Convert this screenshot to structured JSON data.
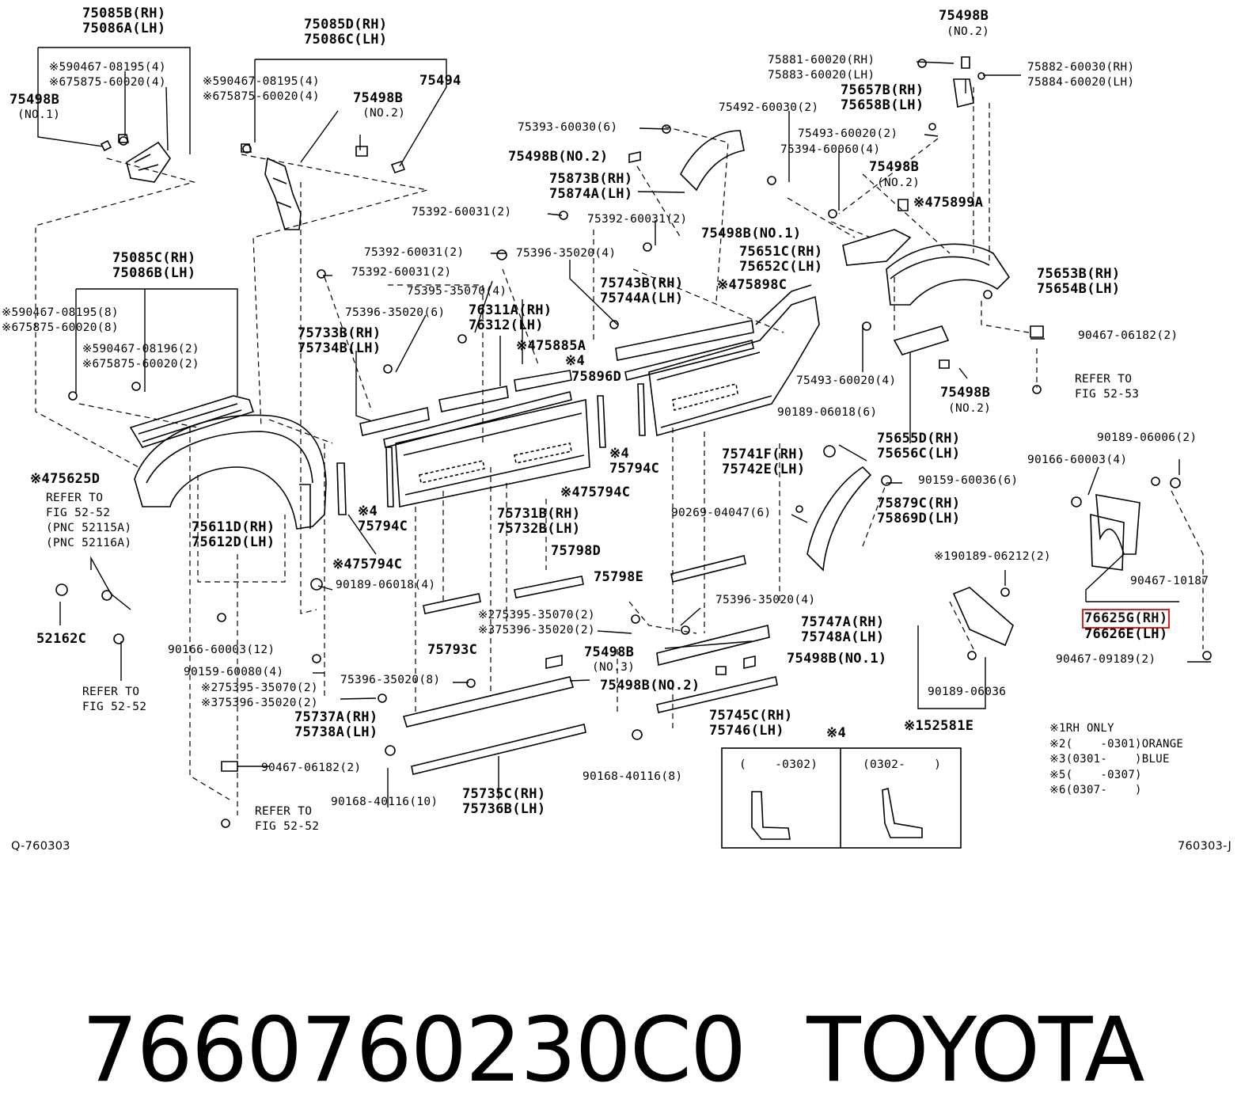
{
  "labels": {
    "l01": "75085B(RH)\n75086A(LH)",
    "l02": "※590467-08195(4)\n※675875-60020(4)",
    "l03": "75498B",
    "l04": "(NO.1)",
    "l05": "75085D(RH)\n75086C(LH)",
    "l06": "※590467-08195(4)\n※675875-60020(4)",
    "l07": "75498B",
    "l08": "(NO.2)",
    "l09": "75494",
    "l10": "75498B",
    "l11": "(NO.2)",
    "l12": "75881-60020(RH)\n75883-60020(LH)",
    "l13": "75882-60030(RH)\n75884-60020(LH)",
    "l14": "75657B(RH)\n75658B(LH)",
    "l15": "75492-60030(2)",
    "l16": "75393-60030(6)",
    "l17": "75493-60020(2)",
    "l18": "75394-60060(4)",
    "l19": "75498B(NO.2)",
    "l20": "75873B(RH)\n75874A(LH)",
    "l21": "75498B",
    "l22": "(NO.2)",
    "l23": "※475899A",
    "l24": "75392-60031(2)",
    "l25": "75392-60031(2)",
    "l26": "75498B(NO.1)",
    "l27": "75392-60031(2)",
    "l28": "75396-35020(4)",
    "l29": "75651C(RH)\n75652C(LH)",
    "l30": "75653B(RH)\n75654B(LH)",
    "l31": "75085C(RH)\n75086B(LH)",
    "l32": "75392-60031(2)",
    "l33": "75395-35070(4)",
    "l34": "75743B(RH)\n75744A(LH)",
    "l35": "※475898C",
    "l36": "※590467-08195(8)\n※675875-60020(8)",
    "l37": "75396-35020(6)",
    "l38": "76311A(RH)\n76312(LH)",
    "l39": "75733B(RH)\n75734B(LH)",
    "l40": "※475885A",
    "l41": "90467-06182(2)",
    "l42": "※590467-08196(2)\n※675875-60020(2)",
    "l43": "※4",
    "l44": "75896D",
    "l45": "75493-60020(4)",
    "l46": "REFER TO\nFIG 52-53",
    "l47": "75498B",
    "l48": "(NO.2)",
    "l49": "90189-06018(6)",
    "l50": "75655D(RH)\n75656C(LH)",
    "l51": "90189-06006(2)",
    "l52": "※475625D",
    "l53": "REFER TO\nFIG 52-52\n(PNC 52115A)\n(PNC 52116A)",
    "l54": "※4\n75794C",
    "l55": "75741F(RH)\n75742E(LH)",
    "l56": "90166-60003(4)",
    "l57": "90159-60036(6)",
    "l58": "※475794C",
    "l59": "※4\n75794C",
    "l60": "75731B(RH)\n75732B(LH)",
    "l61": "90269-04047(6)",
    "l62": "75879C(RH)\n75869D(LH)",
    "l63": "75611D(RH)\n75612D(LH)",
    "l64": "75798D",
    "l65": "※475794C",
    "l66": "※190189-06212(2)",
    "l67": "90189-06018(4)",
    "l68": "75798E",
    "l69": "90467-10187",
    "l70": "75396-35020(4)",
    "l71": "52162C",
    "l72": "※275395-35070(2)\n※375396-35020(2)",
    "l73": "75747A(RH)\n75748A(LH)",
    "l74": "76625G(RH)",
    "l75": "76626E(LH)",
    "l76": "90166-60003(12)",
    "l77": "75793C",
    "l78": "75498B",
    "l79": "(NO.3)",
    "l80": "75498B(NO.1)",
    "l81": "90467-09189(2)",
    "l82": "90159-60080(4)",
    "l83": "75396-35020(8)",
    "l84": "75498B(NO.2)",
    "l85": "90189-06036",
    "l86": "REFER TO\nFIG 52-52",
    "l87": "※275395-35070(2)\n※375396-35020(2)",
    "l88": "75737A(RH)\n75738A(LH)",
    "l89": "75745C(RH)\n75746(LH)",
    "l90": "※152581E",
    "l91": "※4",
    "l92": "※1RH ONLY\n※2(    -0301)ORANGE\n※3(0301-    )BLUE\n※5(    -0307)\n※6(0307-    )",
    "l93": "90467-06182(2)",
    "l94": "90168-40116(8)",
    "l95": "(    -0302)",
    "l96": "(0302-    )",
    "l97": "90168-40116(10)",
    "l98": "75735C(RH)\n75736B(LH)",
    "l99": "REFER TO\nFIG 52-52",
    "l100": "Q-760303",
    "l101": "760303-J"
  },
  "caption": {
    "part_number": "7660760230C0",
    "brand": "TOYOTA"
  }
}
